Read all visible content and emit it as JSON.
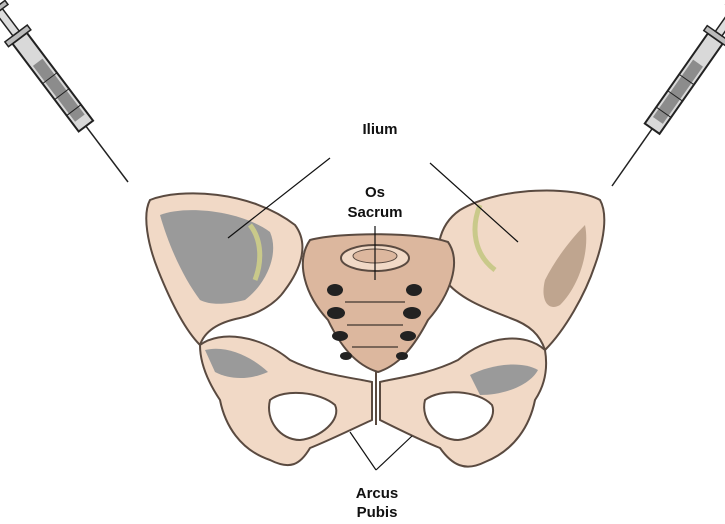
{
  "labels": {
    "ilium": "Ilium",
    "sacrum_line1": "Os",
    "sacrum_line2": "Sacrum",
    "pubis_line1": "Arcus",
    "pubis_line2": "Pubis"
  },
  "colors": {
    "bone_light": "#f1d9c6",
    "bone_mid": "#dcb79e",
    "bone_shadow": "#9a9a9a",
    "bone_dark": "#5a4a40",
    "syringe_body": "#cfcfcf",
    "line": "#111111"
  },
  "icons": [
    "syringe-icon-left",
    "syringe-icon-right"
  ]
}
